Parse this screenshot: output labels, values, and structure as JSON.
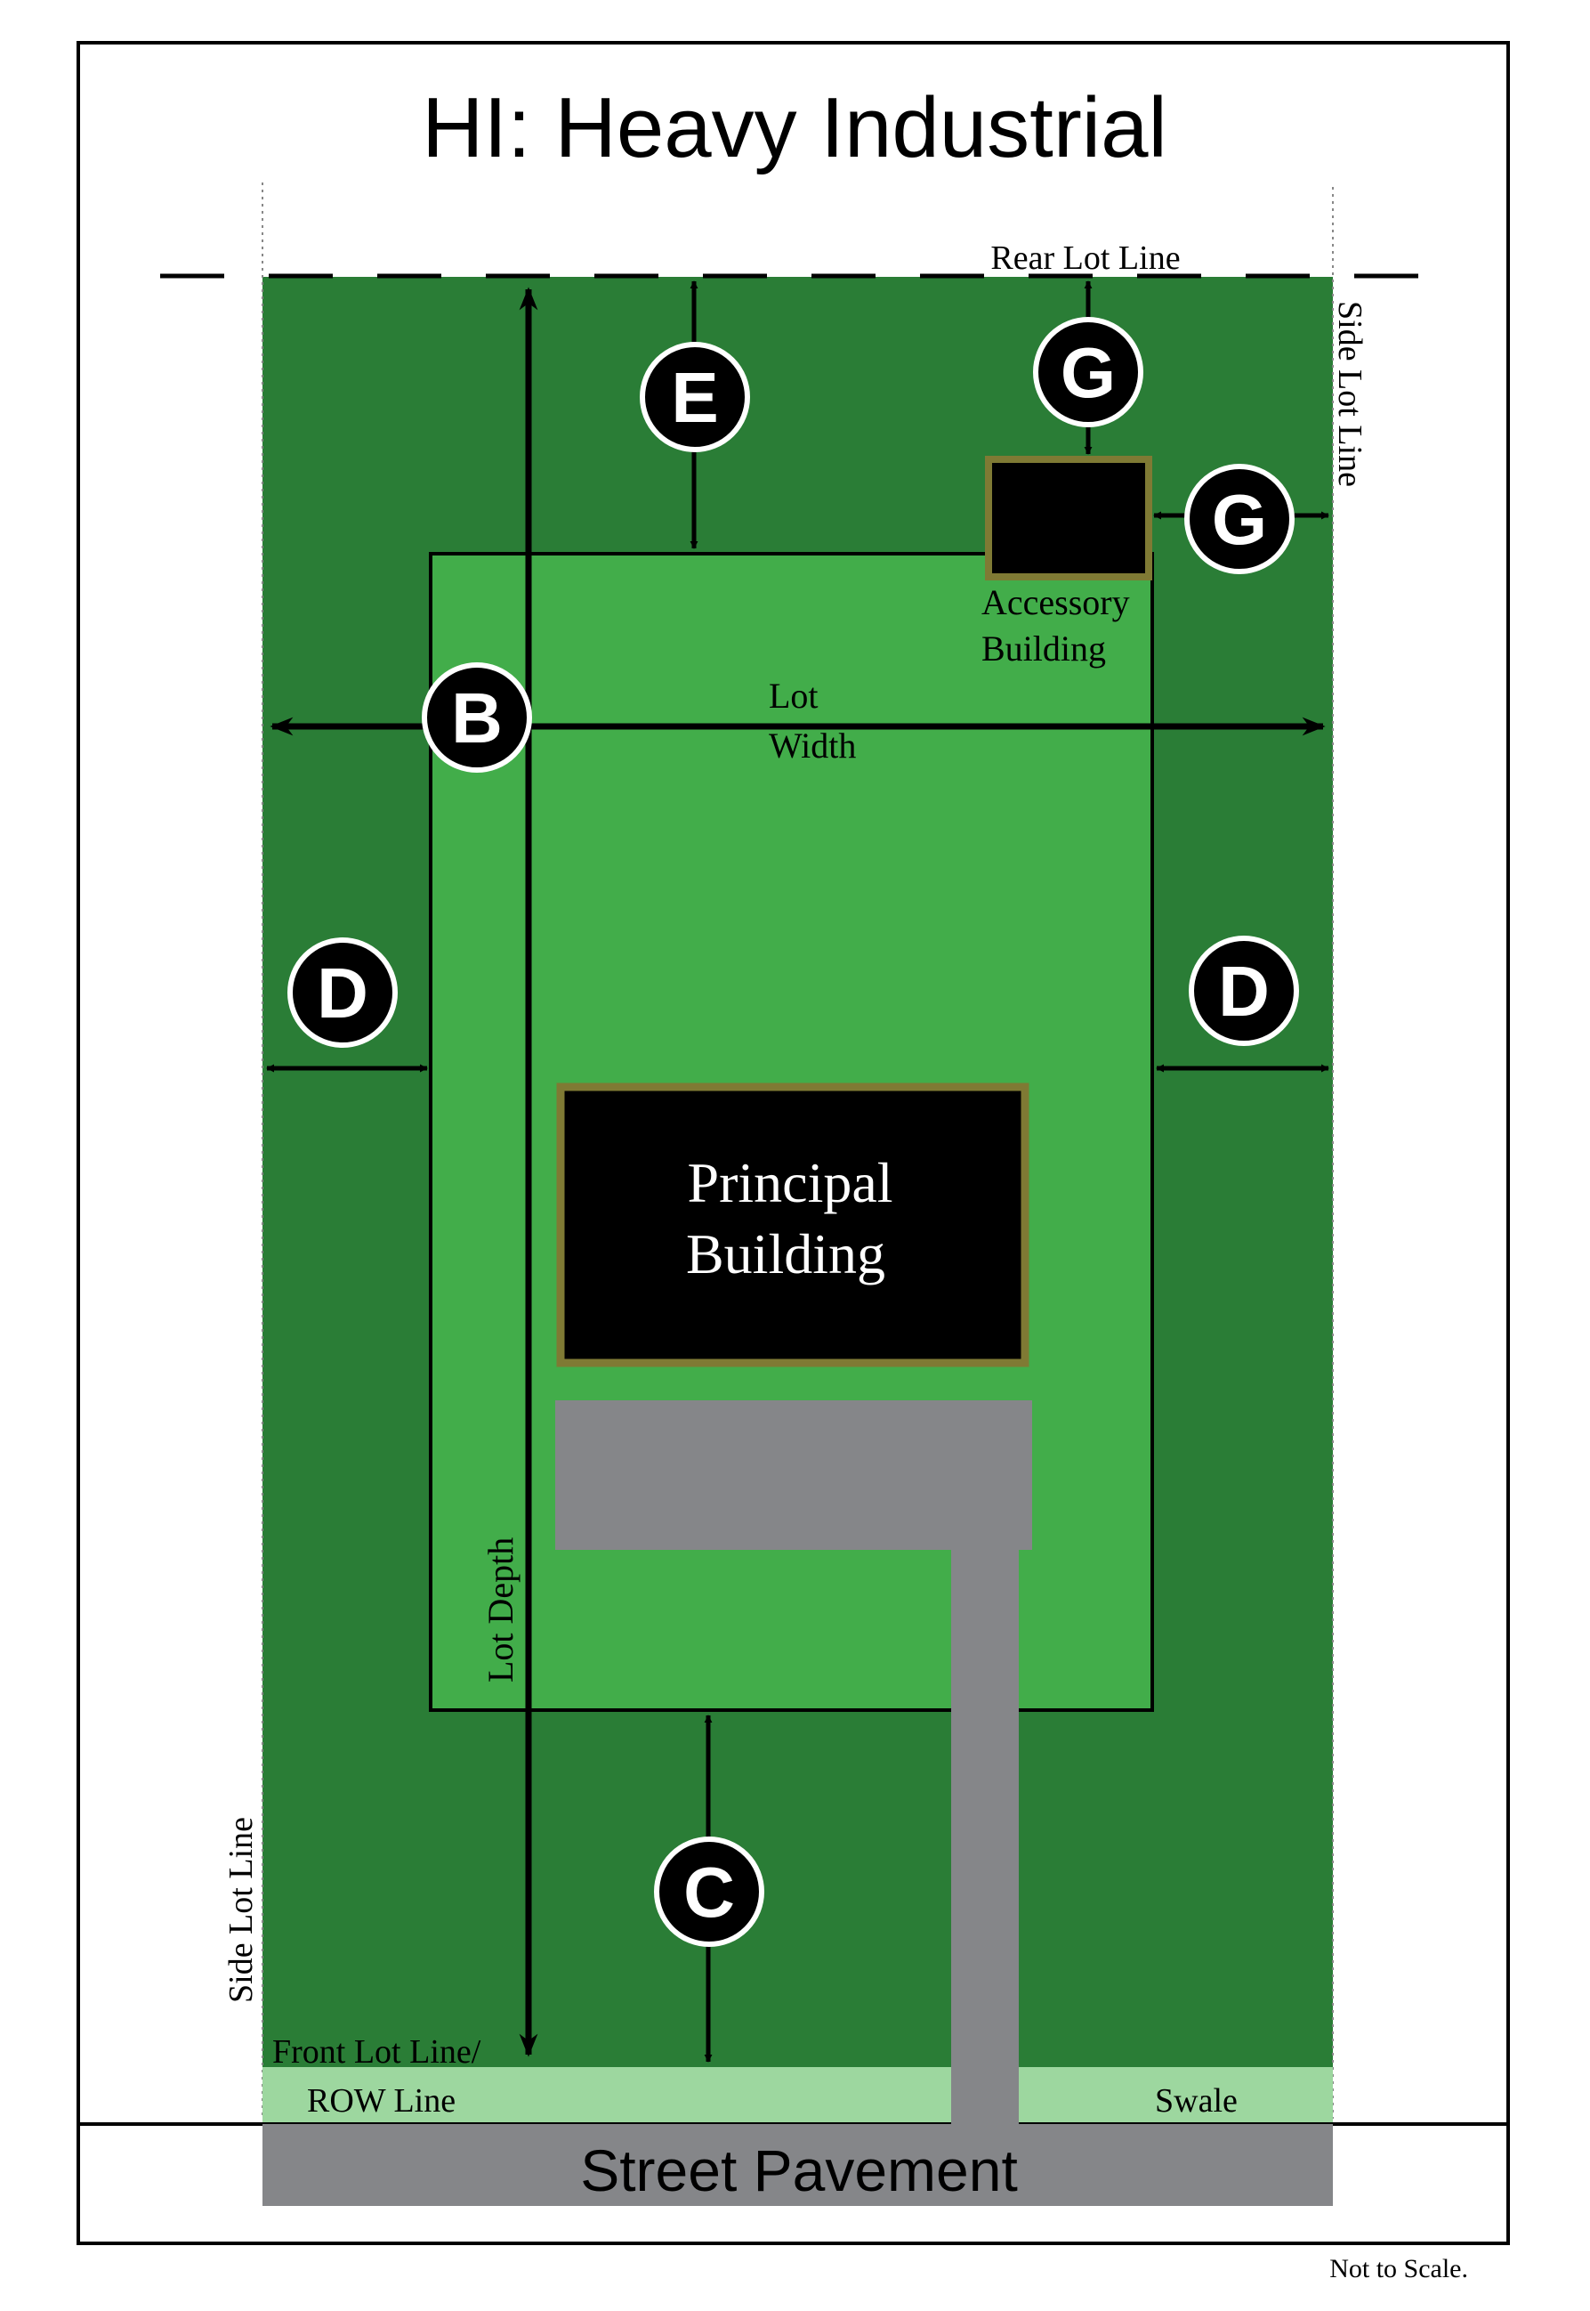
{
  "title": "HI: Heavy Industrial",
  "labels": {
    "rear_lot_line": "Rear Lot Line",
    "side_lot_line_right": "Side Lot Line",
    "side_lot_line_left": "Side Lot Line",
    "accessory_line1": "Accessory",
    "accessory_line2": "Building",
    "lot_width_line1": "Lot",
    "lot_width_line2": "Width",
    "principal_line1": "Principal",
    "principal_line2": "Building",
    "lot_depth": "Lot Depth",
    "front_lot_line": "Front Lot Line/",
    "row_line": "ROW Line",
    "swale": "Swale",
    "street_pavement": "Street Pavement",
    "not_to_scale": "Not to Scale."
  },
  "markers": {
    "e": "E",
    "g_top": "G",
    "g_side": "G",
    "b": "B",
    "d_left": "D",
    "d_right": "D",
    "c": "C"
  },
  "colors": {
    "lot_dark_green": "#2a7d36",
    "buildable_light_green": "#42ad4a",
    "swale_green": "#9dd79f",
    "pavement_gray": "#858689",
    "building_black": "#000000",
    "building_outline": "#7f7a34"
  }
}
